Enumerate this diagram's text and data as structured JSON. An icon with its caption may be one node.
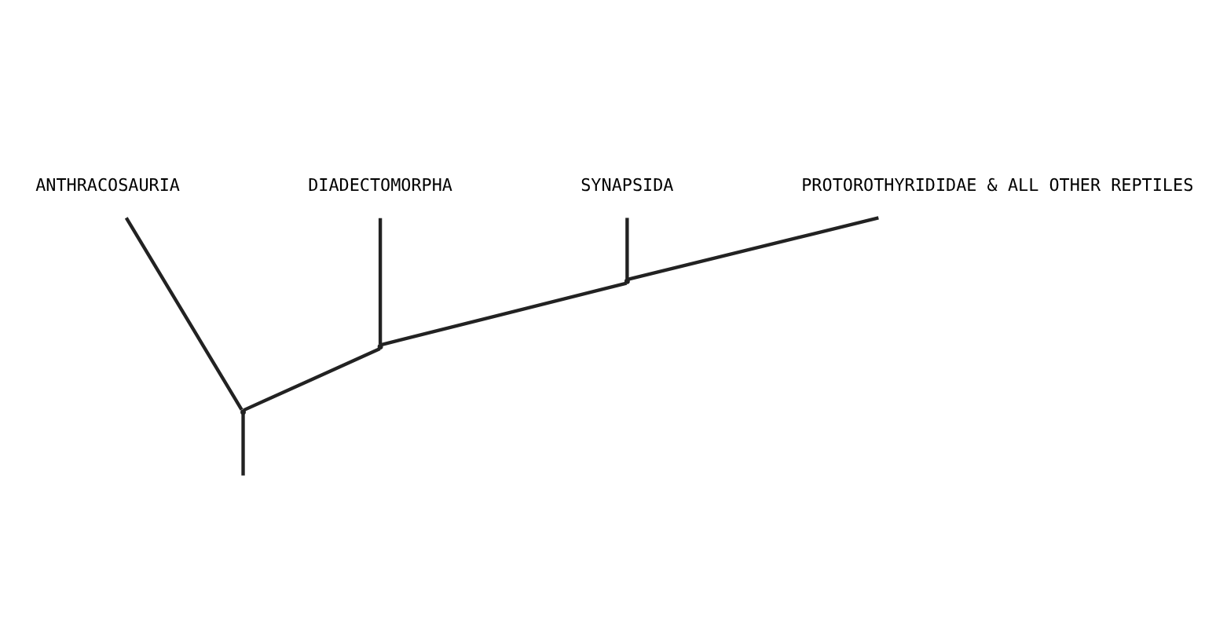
{
  "diagram": {
    "nodes": [
      {
        "text": [
          "ANTHRACOSAURIA"
        ]
      },
      {
        "text": [
          "DIADECTOMORPHA"
        ]
      },
      {
        "text": [
          "SYNAPSIDA"
        ]
      },
      {
        "text": [
          "PROTOROTHYRIDIDAE & ALL OTHER REPTILES"
        ]
      },
      {
        "text": [],
        "shape": "point"
      },
      {
        "text": [],
        "shape": "point"
      },
      {
        "text": [],
        "shape": "point"
      }
    ],
    "edges": [
      {
        "from": null,
        "to": 4,
        "arrow": "none"
      },
      {
        "from": 4,
        "to": 0,
        "arrow": "none"
      },
      {
        "from": 4,
        "to": 5,
        "arrow": "none"
      },
      {
        "from": 5,
        "to": 1,
        "arrow": "none"
      },
      {
        "from": 5,
        "to": 6,
        "arrow": "none"
      },
      {
        "from": 6,
        "to": 2,
        "arrow": "none"
      },
      {
        "from": 6,
        "to": 3,
        "arrow": "none"
      }
    ]
  }
}
